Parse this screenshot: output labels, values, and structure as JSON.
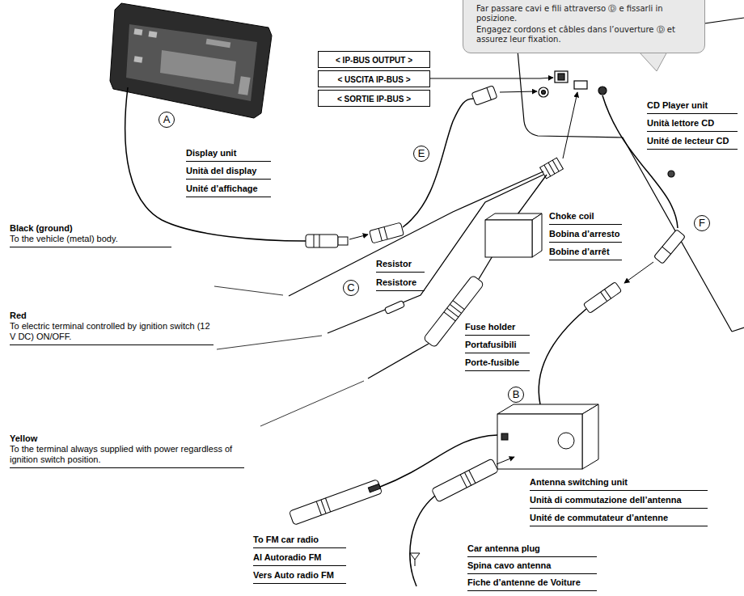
{
  "diagram": {
    "nodes": [
      {
        "text": [
          "Far passare cavi e fili attraverso Ⓓ e fissarli in posizione.",
          "Engagez cordons et câbles dans l’ouverture Ⓓ et assurez leur fixation."
        ]
      },
      {
        "text": [
          "< IP-BUS OUTPUT >"
        ]
      },
      {
        "text": [
          "< USCITA IP-BUS >"
        ]
      },
      {
        "text": [
          "< SORTIE IP-BUS >"
        ]
      }
    ],
    "labels": [
      "Display unit",
      "Unità del display",
      "Unité d’affichage",
      "A",
      "CD Player unit",
      "Unità lettore CD",
      "Unité de lecteur CD",
      "E",
      "Black (ground)",
      "To the vehicle (metal) body.",
      "Resistor",
      "Resistore",
      "C",
      "Choke coil",
      "Bobina d’arresto",
      "Bobine d’arrêt",
      "F",
      "Red",
      "To electric terminal controlled by ignition switch (12 V DC) ON/OFF.",
      "Fuse holder",
      "Portafusibili",
      "Porte-fusible",
      "B",
      "Yellow",
      "To the terminal always supplied with power regardless of ignition switch position.",
      "Antenna switching unit",
      "Unità di commutazione dell’antenna",
      "Unité de commutateur d’antenne",
      "To FM car radio",
      "Al Autoradio FM",
      "Vers Auto radio FM",
      "Car antenna plug",
      "Spina cavo antenna",
      "Fiche d’antenne de Voiture"
    ]
  }
}
